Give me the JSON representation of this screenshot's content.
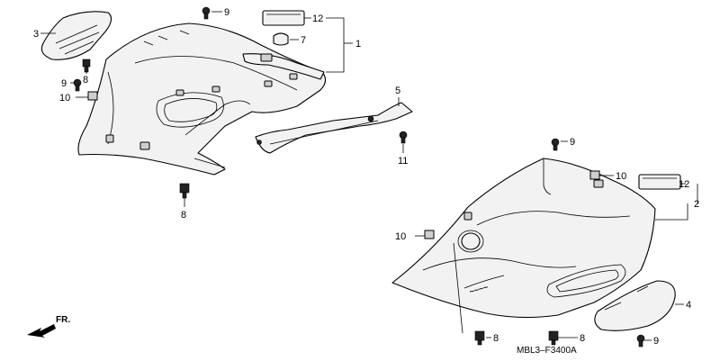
{
  "diagram": {
    "drawing_code": "MBL3–F3400A",
    "direction_label": "FR.",
    "callouts": [
      {
        "id": "c1",
        "label": "1"
      },
      {
        "id": "c2",
        "label": "2"
      },
      {
        "id": "c3",
        "label": "3"
      },
      {
        "id": "c4",
        "label": "4"
      },
      {
        "id": "c5",
        "label": "5"
      },
      {
        "id": "c7",
        "label": "7"
      },
      {
        "id": "c8a",
        "label": "8"
      },
      {
        "id": "c8b",
        "label": "8"
      },
      {
        "id": "c8c",
        "label": "8"
      },
      {
        "id": "c8d",
        "label": "8"
      },
      {
        "id": "c9a",
        "label": "9"
      },
      {
        "id": "c9b",
        "label": "9"
      },
      {
        "id": "c9c",
        "label": "9"
      },
      {
        "id": "c9d",
        "label": "9"
      },
      {
        "id": "c10a",
        "label": "10"
      },
      {
        "id": "c10b",
        "label": "10"
      },
      {
        "id": "c10c",
        "label": "10"
      },
      {
        "id": "c11",
        "label": "11"
      },
      {
        "id": "c12a",
        "label": "12"
      },
      {
        "id": "c12b",
        "label": "12"
      }
    ]
  }
}
